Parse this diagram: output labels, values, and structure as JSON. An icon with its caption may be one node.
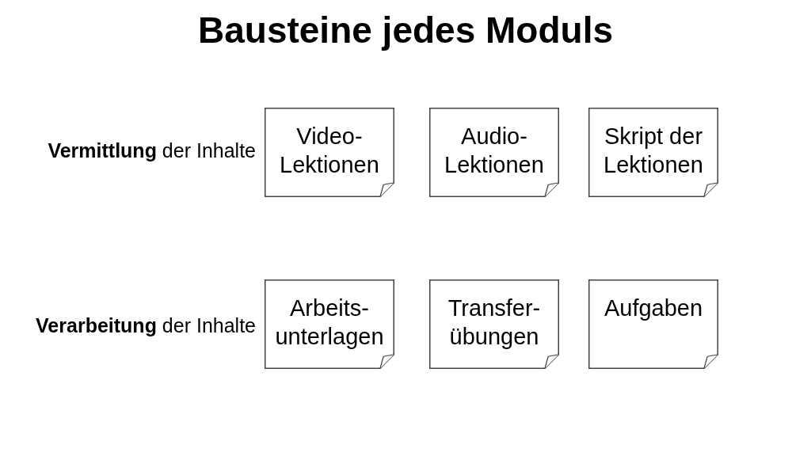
{
  "diagram": {
    "title": "Bausteine jedes Moduls",
    "nodes": [
      {
        "text": [
          "Video- Lektionen"
        ]
      },
      {
        "text": [
          "Audio- Lektionen"
        ]
      },
      {
        "text": [
          "Skript der Lektionen"
        ]
      },
      {
        "text": [
          "Arbeits- unterlagen"
        ]
      },
      {
        "text": [
          "Transfer- übungen"
        ]
      },
      {
        "text": [
          "Aufgaben"
        ]
      }
    ],
    "labels": [
      "**Vermittlung** der Inhalte",
      "**Verarbeitung** der Inhalte"
    ]
  }
}
